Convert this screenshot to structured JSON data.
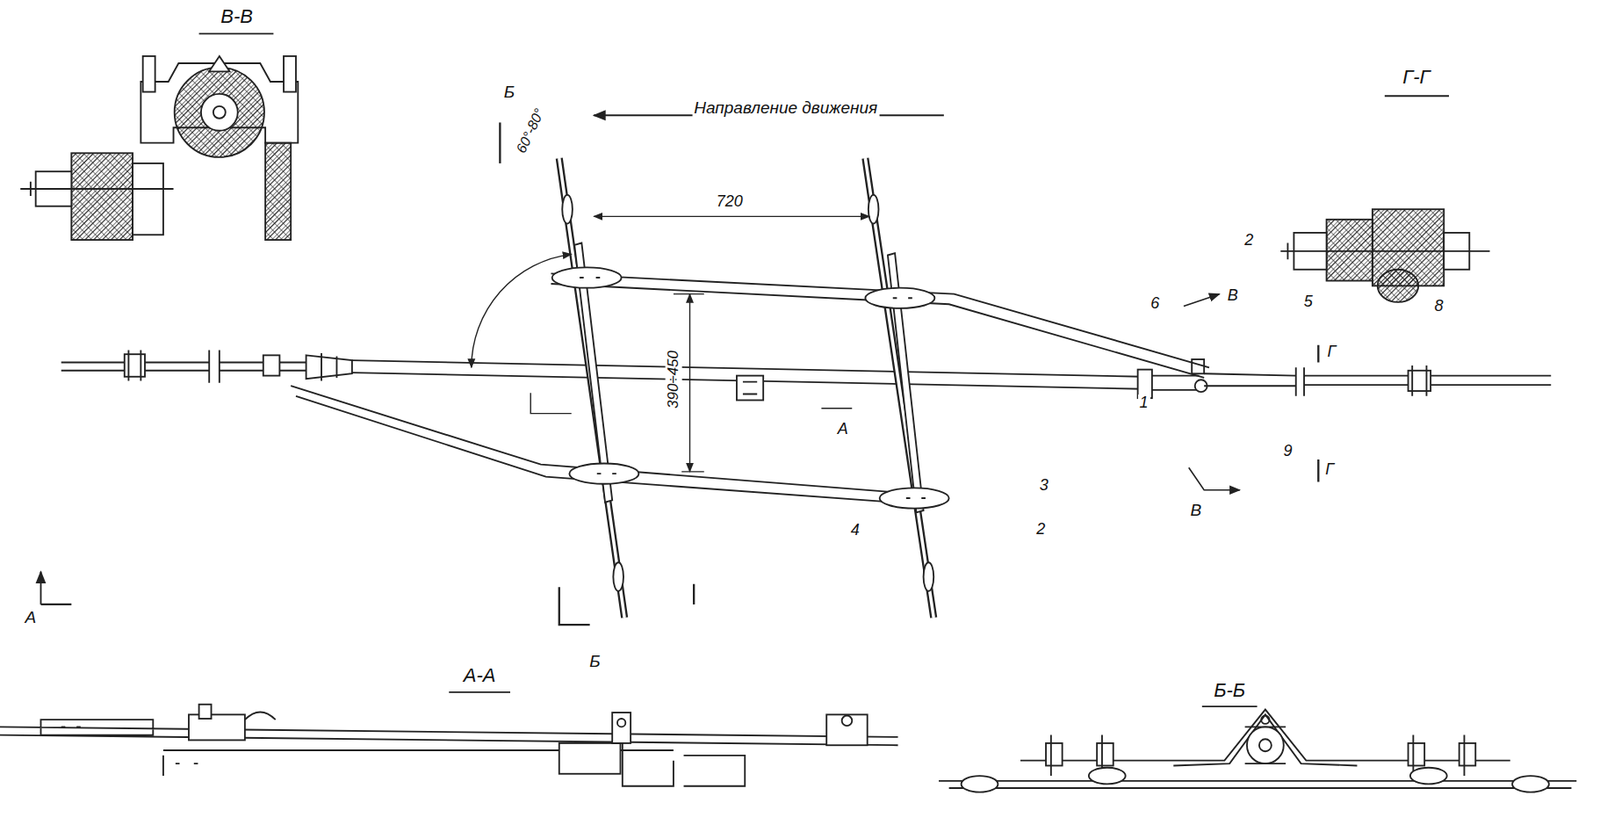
{
  "diagram": {
    "labels": [
      "В-В",
      "Б",
      "Направление движения",
      "Г-Г",
      "60°-80°",
      "720",
      "2",
      "6",
      "В",
      "5",
      "8",
      "Г",
      "390÷450",
      "А",
      "1",
      "9",
      "Г",
      "В",
      "3",
      "4",
      "2",
      "А",
      "Б",
      "А-А",
      "Б-Б"
    ]
  }
}
